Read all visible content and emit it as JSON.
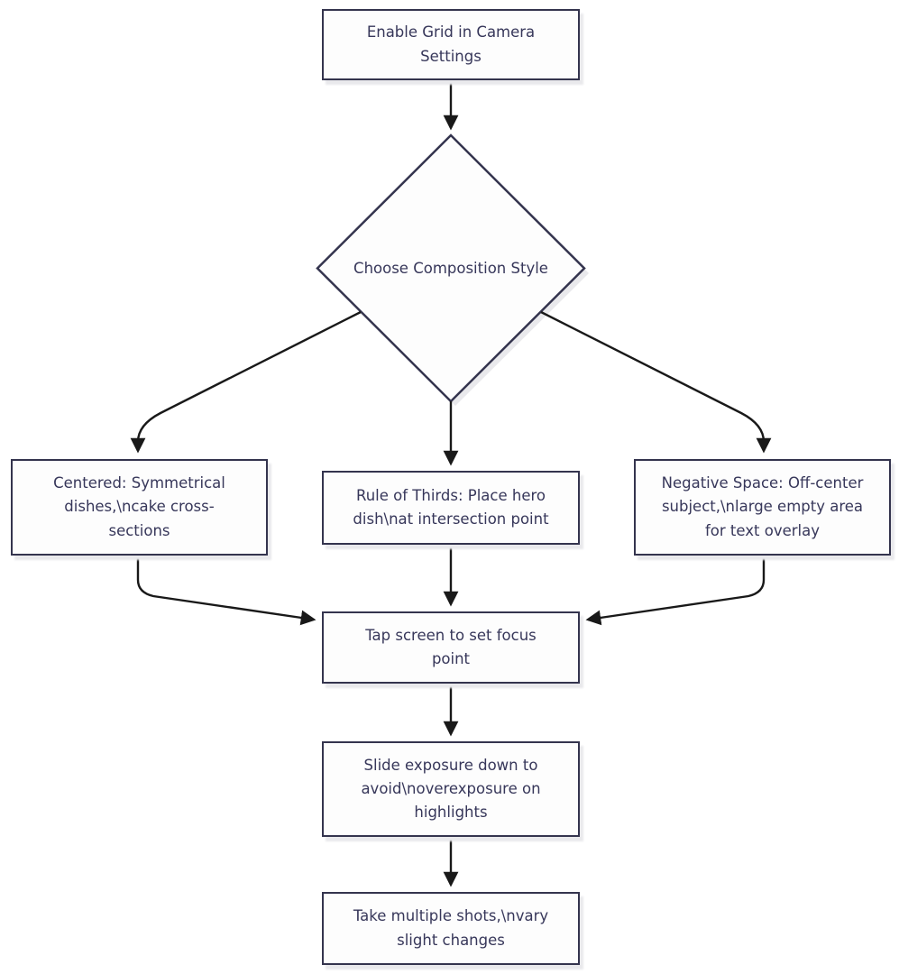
{
  "colors": {
    "node_border": "#34344e",
    "node_fill": "#fdfdfd",
    "text": "#37375a",
    "edge": "#191919",
    "background": "#ffffff",
    "shadow": "#e9e9ec"
  },
  "flowchart": {
    "nodes": [
      {
        "id": "enable-grid",
        "shape": "rectangle",
        "label": "Enable Grid in Camera\nSettings"
      },
      {
        "id": "choose-composition-style",
        "shape": "diamond",
        "label": "Choose Composition Style"
      },
      {
        "id": "centered",
        "shape": "rectangle",
        "label": "Centered: Symmetrical\ndishes,\\ncake cross-\nsections"
      },
      {
        "id": "rule-of-thirds",
        "shape": "rectangle",
        "label": "Rule of Thirds: Place hero\ndish\\nat intersection point"
      },
      {
        "id": "negative-space",
        "shape": "rectangle",
        "label": "Negative Space: Off-center\nsubject,\\nlarge empty area\nfor text overlay"
      },
      {
        "id": "tap-focus",
        "shape": "rectangle",
        "label": "Tap screen to set focus\npoint"
      },
      {
        "id": "slide-exposure",
        "shape": "rectangle",
        "label": "Slide exposure down to\navoid\\noverexposure on\nhighlights"
      },
      {
        "id": "take-shots",
        "shape": "rectangle",
        "label": "Take multiple shots,\\nvary\nslight changes"
      }
    ],
    "edges": [
      {
        "from": "enable-grid",
        "to": "choose-composition-style"
      },
      {
        "from": "choose-composition-style",
        "to": "centered"
      },
      {
        "from": "choose-composition-style",
        "to": "rule-of-thirds"
      },
      {
        "from": "choose-composition-style",
        "to": "negative-space"
      },
      {
        "from": "centered",
        "to": "tap-focus"
      },
      {
        "from": "rule-of-thirds",
        "to": "tap-focus"
      },
      {
        "from": "negative-space",
        "to": "tap-focus"
      },
      {
        "from": "tap-focus",
        "to": "slide-exposure"
      },
      {
        "from": "slide-exposure",
        "to": "take-shots"
      }
    ]
  }
}
